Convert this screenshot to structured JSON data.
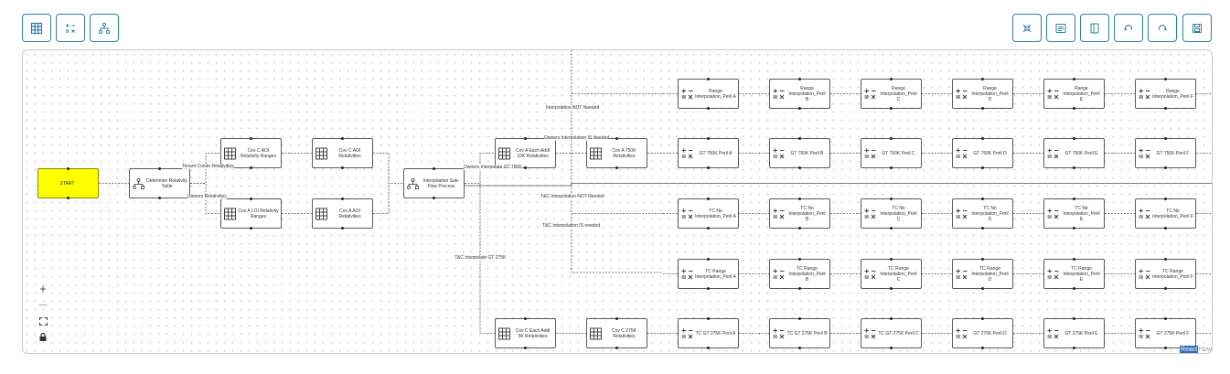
{
  "toolbar_left": [
    {
      "name": "grid-table-button",
      "icon": "table-grid-icon"
    },
    {
      "name": "formula-button",
      "icon": "plus-minus-times-icon"
    },
    {
      "name": "flow-tree-button",
      "icon": "sitemap-icon"
    }
  ],
  "toolbar_right": [
    {
      "name": "collapse-button",
      "icon": "collapse-icon"
    },
    {
      "name": "notes-button",
      "icon": "document-icon"
    },
    {
      "name": "export-button",
      "icon": "export-file-icon"
    },
    {
      "name": "undo-button",
      "icon": "undo-icon"
    },
    {
      "name": "redo-button",
      "icon": "redo-icon"
    },
    {
      "name": "save-button",
      "icon": "save-icon"
    }
  ],
  "nodes": [
    {
      "id": "start",
      "label": "START",
      "type": "start"
    },
    {
      "id": "det",
      "label": "Determine Relativity Table",
      "type": "decision"
    },
    {
      "id": "covc_aoi_ranges",
      "label": "Cov C AOI Relativity Ranges",
      "type": "table"
    },
    {
      "id": "covc_aoi_rel",
      "label": "Cov C AOI Relativities",
      "type": "table"
    },
    {
      "id": "cova_loi_ranges",
      "label": "Cov A LOI Relativity Ranges",
      "type": "table"
    },
    {
      "id": "cova_aoi_rel",
      "label": "Cov A AOI Relativities",
      "type": "table"
    },
    {
      "id": "interp_sub",
      "label": "Interpolation Sub-Flow Process",
      "type": "decision"
    },
    {
      "id": "cova_each10k",
      "label": "Cov A Each Addl 10K Relativities",
      "type": "table"
    },
    {
      "id": "cova_750k",
      "label": "Cov A 750K Relativities",
      "type": "table"
    },
    {
      "id": "covc_each5k",
      "label": "Cov C Each Addl 5K Relativities",
      "type": "table"
    },
    {
      "id": "covc_275k",
      "label": "Cov C 275K Relativities",
      "type": "table"
    },
    {
      "id": "r1a",
      "label": "Range Interpolation_Peril A",
      "type": "formula"
    },
    {
      "id": "r1b",
      "label": "Range Interpolation_Peril B",
      "type": "formula"
    },
    {
      "id": "r1c",
      "label": "Range Interpolation_Peril C",
      "type": "formula"
    },
    {
      "id": "r1d",
      "label": "Range Interpolation_Peril D",
      "type": "formula"
    },
    {
      "id": "r1e",
      "label": "Range Interpolation_Peril E",
      "type": "formula"
    },
    {
      "id": "r1f",
      "label": "Range Interpolation_Peril F",
      "type": "formula"
    },
    {
      "id": "r2a",
      "label": "GT 750K Peril A",
      "type": "formula"
    },
    {
      "id": "r2b",
      "label": "GT 750K Peril B",
      "type": "formula"
    },
    {
      "id": "r2c",
      "label": "GT 750K Peril C",
      "type": "formula"
    },
    {
      "id": "r2d",
      "label": "GT 750K Peril D",
      "type": "formula"
    },
    {
      "id": "r2e",
      "label": "GT 750K Peril E",
      "type": "formula"
    },
    {
      "id": "r2f",
      "label": "GT 750K Peril F",
      "type": "formula"
    },
    {
      "id": "r3a",
      "label": "TC No Interpolation_Peril A",
      "type": "formula"
    },
    {
      "id": "r3b",
      "label": "TC No Interpolation_Peril B",
      "type": "formula"
    },
    {
      "id": "r3c",
      "label": "TC No Interpolation_Peril C",
      "type": "formula"
    },
    {
      "id": "r3d",
      "label": "TC No Interpolation_Peril D",
      "type": "formula"
    },
    {
      "id": "r3e",
      "label": "TC No Interpolation_Peril E",
      "type": "formula"
    },
    {
      "id": "r3f",
      "label": "TC No Interpolation_Peril F",
      "type": "formula"
    },
    {
      "id": "r4a",
      "label": "TC Range Interpolation_Peril A",
      "type": "formula"
    },
    {
      "id": "r4b",
      "label": "TC Range Interpolation_Peril B",
      "type": "formula"
    },
    {
      "id": "r4c",
      "label": "TC Range Interpolation_Peril C",
      "type": "formula"
    },
    {
      "id": "r4d",
      "label": "TC Range Interpolation_Peril D",
      "type": "formula"
    },
    {
      "id": "r4e",
      "label": "TC Range Interpolation_Peril E",
      "type": "formula"
    },
    {
      "id": "r4f",
      "label": "TC Range Interpolation_Peril F",
      "type": "formula"
    },
    {
      "id": "r5a",
      "label": "TC GT 275K Peril A",
      "type": "formula"
    },
    {
      "id": "r5b",
      "label": "TC GT 275K Peril B",
      "type": "formula"
    },
    {
      "id": "r5c",
      "label": "TC GT 275K Peril C",
      "type": "formula"
    },
    {
      "id": "r5d",
      "label": "GT 275K Peril D",
      "type": "formula"
    },
    {
      "id": "r5e",
      "label": "GT 275K Peril E",
      "type": "formula"
    },
    {
      "id": "r5f",
      "label": "GT 275K Peril F",
      "type": "formula"
    }
  ],
  "edge_labels": [
    "Tenant Condo Relativities",
    "Owners Relativities",
    "Owners Interpolate GT 750K",
    "Interpolation NOT Needed",
    "Owners Interpolation IS Needed",
    "T&C Interpolation NOT Needed",
    "T&C Interpolation IS needed",
    "T&C Interpolate GT 275K"
  ],
  "zoom_controls": {
    "zoom_in": "+",
    "zoom_out": "—"
  },
  "attribution": {
    "react": "React",
    "flow": "Flow"
  },
  "colors": {
    "accent": "#2f7ea5",
    "start_fill": "#ffff00"
  }
}
